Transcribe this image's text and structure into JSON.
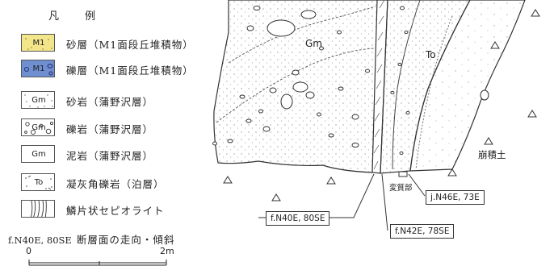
{
  "legend": {
    "title_chars": [
      "凡",
      "例"
    ],
    "items": [
      {
        "symbol": "M1",
        "label": "砂層（M1面段丘堆積物）",
        "fill": "#f3e58a"
      },
      {
        "symbol": "M1",
        "label": "礫層（M1面段丘堆積物）",
        "fill": "#6f8fd0"
      },
      {
        "symbol": "Gm",
        "label": "砂岩（蒲野沢層）",
        "fill": "#ffffff"
      },
      {
        "symbol": "Gm",
        "label": "礫岩（蒲野沢層）",
        "fill": "#ffffff"
      },
      {
        "symbol": "Gm",
        "label": "泥岩（蒲野沢層）",
        "fill": "#ffffff"
      },
      {
        "symbol": "To",
        "label": "凝灰角礫岩（泊層）",
        "fill": "#ffffff"
      },
      {
        "symbol": "",
        "label": "鱗片状セピオライト",
        "fill": "#ffffff"
      }
    ],
    "strike_example": "f.N40E, 80SE",
    "strike_desc": "断層面の走向・傾斜",
    "scale": {
      "start": "0",
      "end": "2m"
    }
  },
  "figure": {
    "unit_gm": "Gm",
    "unit_to": "To",
    "talus_label": "崩積土",
    "alteration_label": "変質部",
    "faults": [
      {
        "label": "f.N40E, 80SE"
      },
      {
        "label": "f.N42E, 78SE"
      }
    ],
    "joint": {
      "label": "j.N46E, 73E"
    }
  }
}
